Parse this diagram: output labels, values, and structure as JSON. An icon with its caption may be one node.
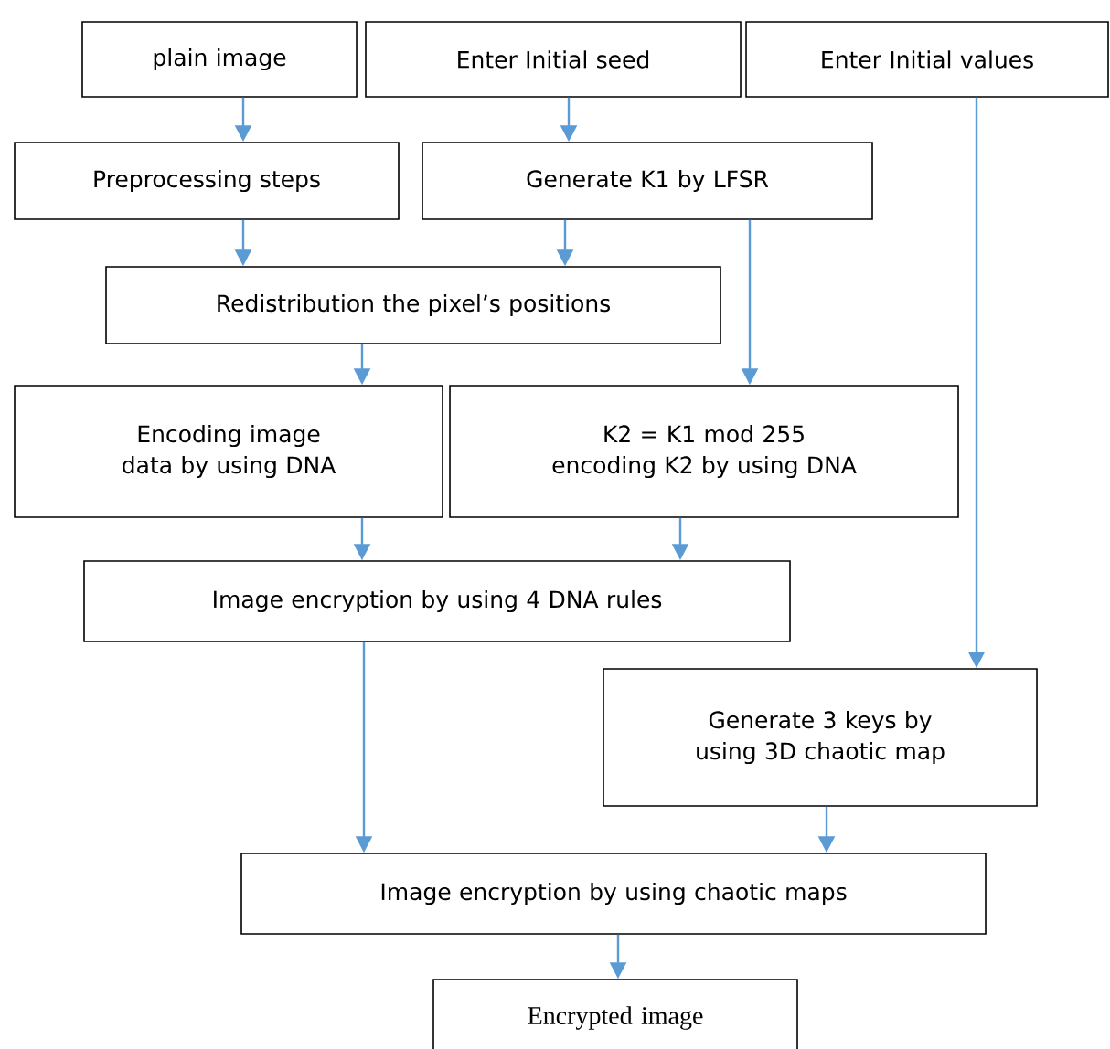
{
  "diagram": {
    "nodes": [
      {
        "text": [
          "plain image"
        ]
      },
      {
        "text": [
          "Enter Initial seed"
        ]
      },
      {
        "text": [
          "Enter Initial values"
        ]
      },
      {
        "text": [
          "Preprocessing steps"
        ]
      },
      {
        "text": [
          "Generate K1 by LFSR"
        ]
      },
      {
        "text": [
          "Redistribution the pixel’s positions"
        ]
      },
      {
        "text": [
          "Encoding image data by using DNA"
        ]
      },
      {
        "text": [
          "K2 = K1 mod 255 encoding K2 by using DNA"
        ]
      },
      {
        "text": [
          "Image encryption by using 4 DNA rules"
        ]
      },
      {
        "text": [
          "Generate 3 keys by using 3D chaotic map"
        ]
      },
      {
        "text": [
          "Image encryption by using chaotic maps"
        ]
      },
      {
        "text": [
          "Encrypted image"
        ]
      }
    ],
    "edges": [
      {
        "from": 0,
        "to": 3,
        "arrow": "to"
      },
      {
        "from": 1,
        "to": 4,
        "arrow": "to"
      },
      {
        "from": 3,
        "to": 5,
        "arrow": "to"
      },
      {
        "from": 4,
        "to": 5,
        "arrow": "to"
      },
      {
        "from": 4,
        "to": 7,
        "arrow": "to"
      },
      {
        "from": 5,
        "to": 6,
        "arrow": "to"
      },
      {
        "from": 6,
        "to": 8,
        "arrow": "to"
      },
      {
        "from": 7,
        "to": 8,
        "arrow": "to"
      },
      {
        "from": 2,
        "to": 9,
        "arrow": "to"
      },
      {
        "from": 8,
        "to": 10,
        "arrow": "to"
      },
      {
        "from": 9,
        "to": 10,
        "arrow": "to"
      },
      {
        "from": 10,
        "to": 11,
        "arrow": "to"
      }
    ]
  }
}
